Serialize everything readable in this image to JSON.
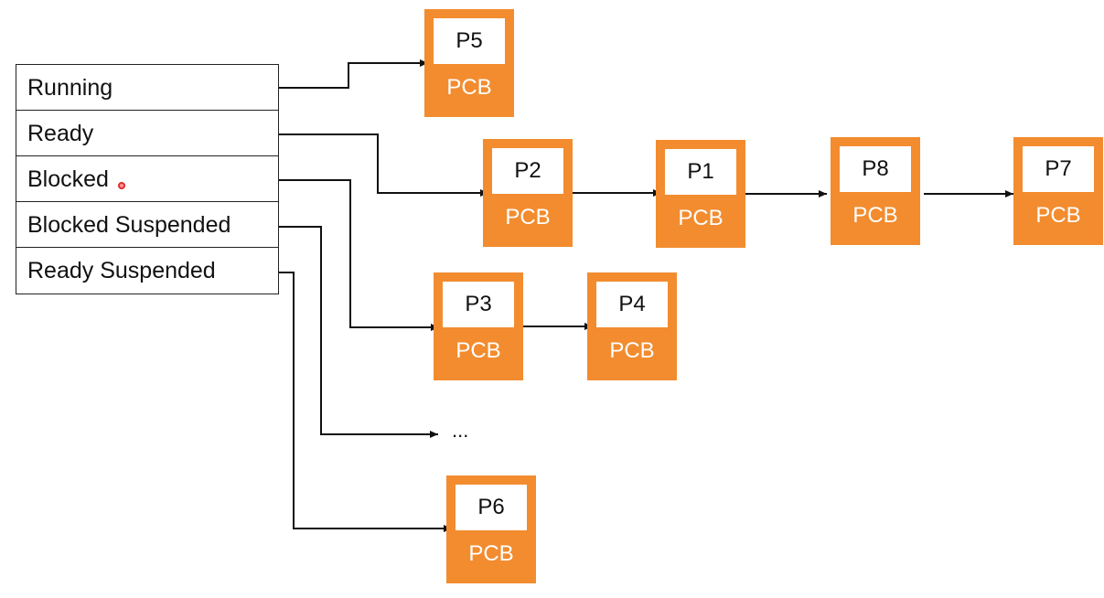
{
  "state_table": {
    "rows": [
      "Running",
      "Ready",
      "Blocked",
      "Blocked Suspended",
      "Ready Suspended"
    ]
  },
  "pcb_label": "PCB",
  "pcbs": {
    "p5": "P5",
    "p2": "P2",
    "p1": "P1",
    "p8": "P8",
    "p7": "P7",
    "p3": "P3",
    "p4": "P4",
    "p6": "P6"
  },
  "ellipsis": "...",
  "colors": {
    "pcb": "#f28c2f",
    "line": "#111111"
  }
}
